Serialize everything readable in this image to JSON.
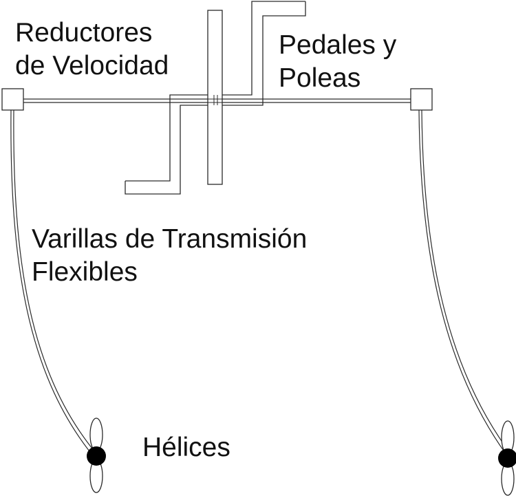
{
  "diagram": {
    "labels": {
      "reductores": {
        "line1": "Reductores",
        "line2": "de Velocidad"
      },
      "pedales": {
        "line1": "Pedales y",
        "line2": "Poleas"
      },
      "varillas": {
        "line1": "Varillas de Transmisión",
        "line2": "Flexibles"
      },
      "helices": {
        "text": "Hélices"
      }
    },
    "colors": {
      "stroke": "#2a2a2a",
      "fill": "#ffffff",
      "hub": "#000000",
      "text": "#111111"
    }
  }
}
